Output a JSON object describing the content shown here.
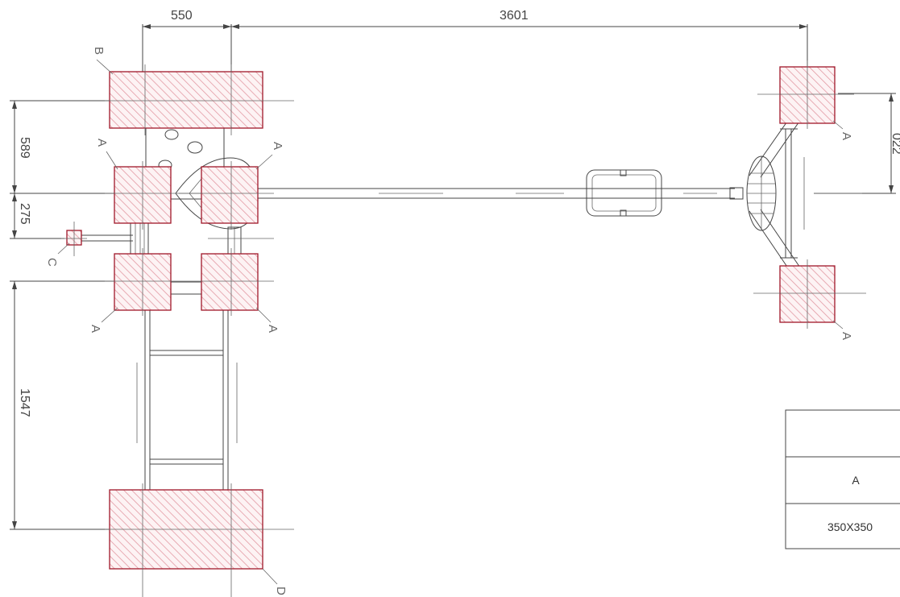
{
  "dimensions": {
    "d550": "550",
    "d3601": "3601",
    "d589": "589",
    "d275": "275",
    "d1547": "1547",
    "d_right": "022"
  },
  "labels": {
    "A": "A",
    "B": "B",
    "C": "C",
    "D": "D"
  },
  "legend_table": {
    "header": "",
    "type": "A",
    "size": "350X350"
  },
  "colors": {
    "foundation_stroke": "#a0182a",
    "hatch": "#e8a0a8",
    "line": "#444444"
  }
}
